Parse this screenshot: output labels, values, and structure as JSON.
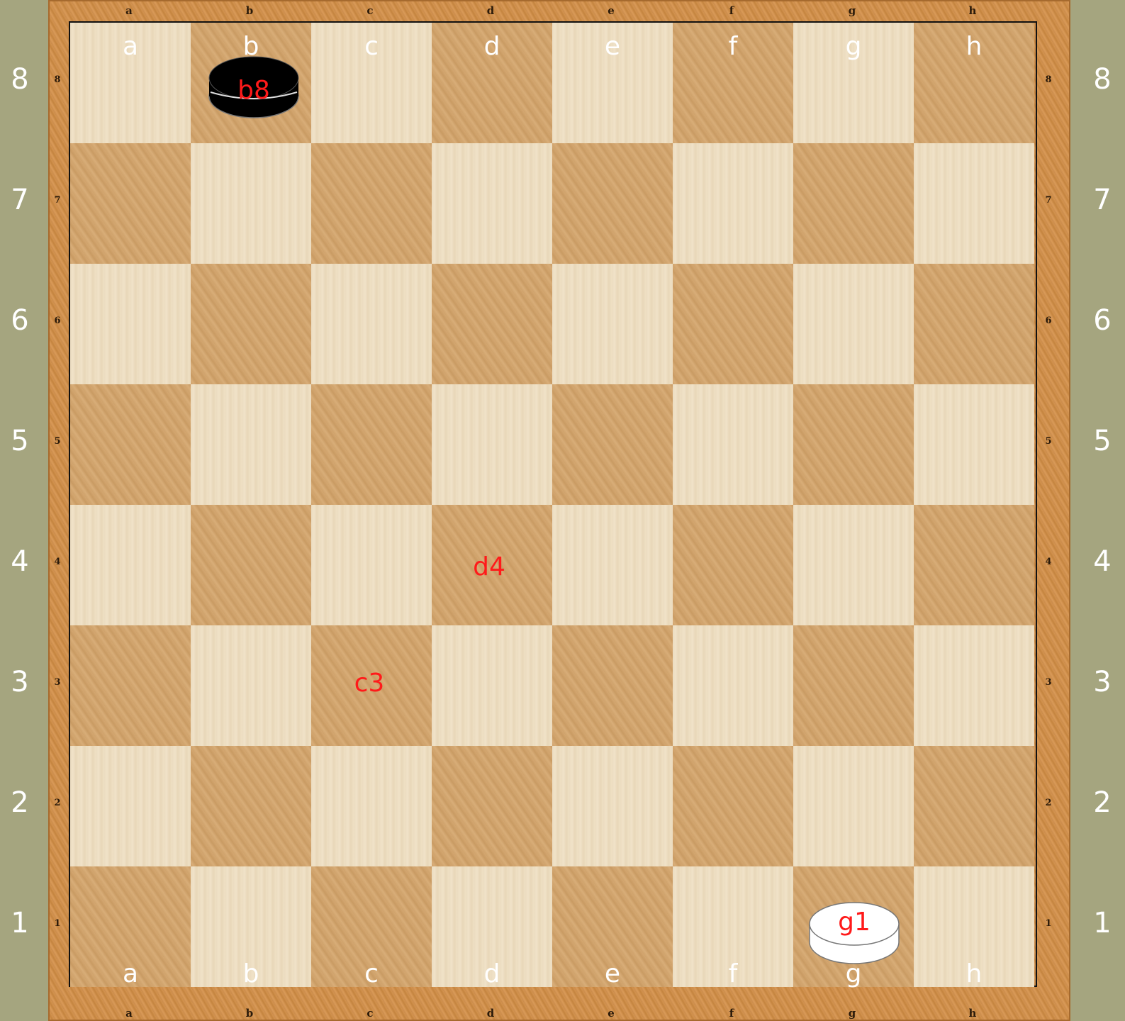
{
  "files": [
    "a",
    "b",
    "c",
    "d",
    "e",
    "f",
    "g",
    "h"
  ],
  "ranks": [
    "8",
    "7",
    "6",
    "5",
    "4",
    "3",
    "2",
    "1"
  ],
  "pieces": {
    "black": {
      "square": "b8",
      "color": "black"
    },
    "white": {
      "square": "g1",
      "color": "white"
    }
  },
  "marked_squares": [
    "d4",
    "c3"
  ],
  "colors": {
    "outer_background": "#a5a57f",
    "label_red": "#ff1a1a",
    "coordinate_white": "#ffffff"
  }
}
